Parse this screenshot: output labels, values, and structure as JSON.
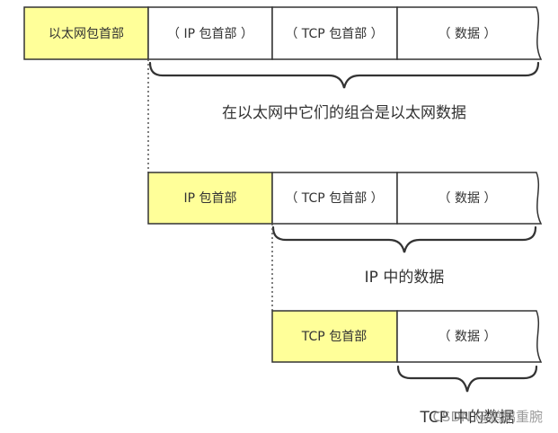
{
  "colors": {
    "header_fill": "#FFFF99",
    "data_fill": "#FFFFFF",
    "stroke": "#333333",
    "dotted": "#555555"
  },
  "rows": [
    {
      "cells": [
        {
          "label": "以太网包首部",
          "kind": "header"
        },
        {
          "label": "（ IP 包首部 ）",
          "kind": "data"
        },
        {
          "label": "（ TCP 包首部 ）",
          "kind": "data"
        },
        {
          "label": "（ 数据 ）",
          "kind": "data"
        }
      ],
      "caption": "在以太网中它们的组合是以太网数据"
    },
    {
      "cells": [
        {
          "label": "IP 包首部",
          "kind": "header"
        },
        {
          "label": "（ TCP 包首部 ）",
          "kind": "data"
        },
        {
          "label": "（ 数据 ）",
          "kind": "data"
        }
      ],
      "caption": "IP 中的数据"
    },
    {
      "cells": [
        {
          "label": "TCP 包首部",
          "kind": "header"
        },
        {
          "label": "（ 数据 ）",
          "kind": "data"
        }
      ],
      "caption": "TCP 中的数据"
    }
  ],
  "watermark": "CSDN @鹏鹏重腕"
}
